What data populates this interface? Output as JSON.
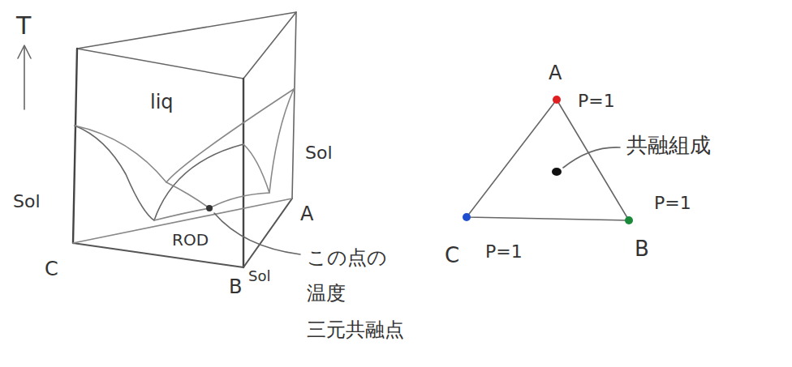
{
  "diagram": {
    "labels": [
      "T",
      "liq",
      "Sol",
      "Sol",
      "A",
      "ROD",
      "C",
      "B",
      "Sol",
      "この点の 温度 三元共融点",
      "A",
      "P=1",
      "共融組成",
      "P=1",
      "C",
      "P=1",
      "B"
    ]
  }
}
